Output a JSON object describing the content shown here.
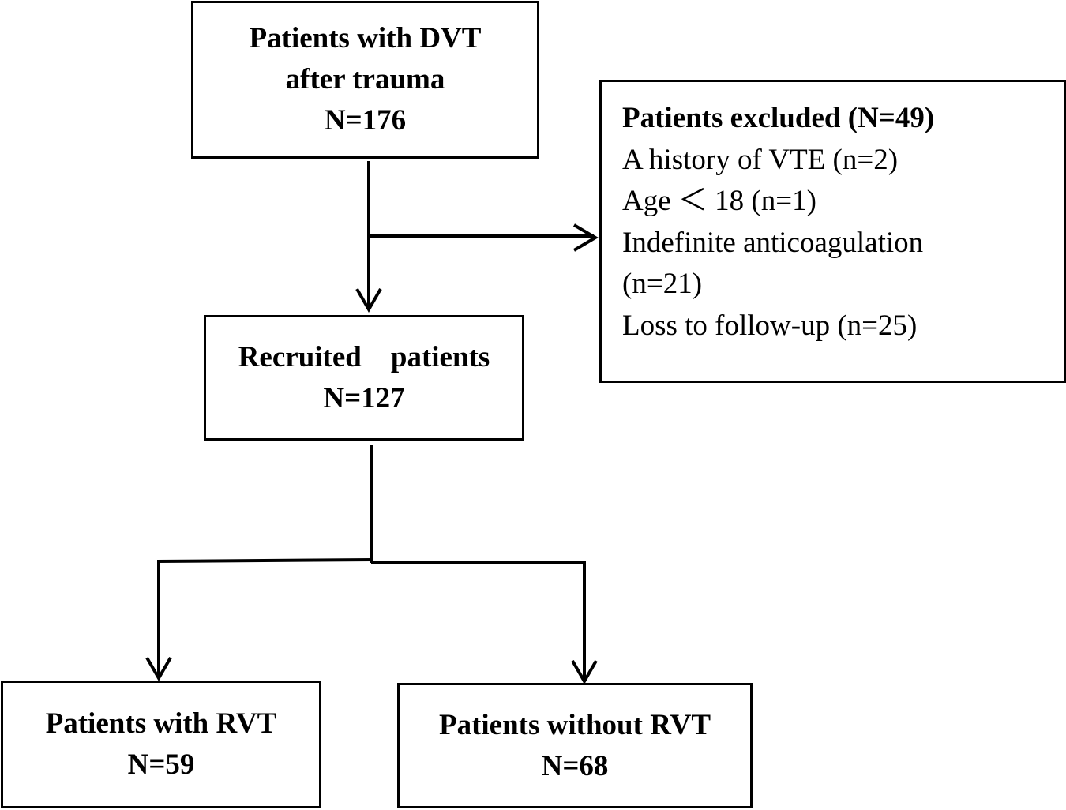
{
  "boxes": {
    "dvt": {
      "line1": "Patients with DVT",
      "line2": "after trauma",
      "line3": "N=176"
    },
    "excluded": {
      "title": "Patients excluded (N=49)",
      "items": [
        "A history of VTE (n=2)",
        "Age ＜ 18 (n=1)",
        "Indefinite anticoagulation",
        "(n=21)",
        "Loss to follow-up (n=25)"
      ]
    },
    "recruited": {
      "line1": "Recruited    patients",
      "line2": "N=127"
    },
    "rvt": {
      "line1": "Patients with RVT",
      "line2": "N=59"
    },
    "no_rvt": {
      "line1": "Patients without RVT",
      "line2": "N=68"
    }
  }
}
